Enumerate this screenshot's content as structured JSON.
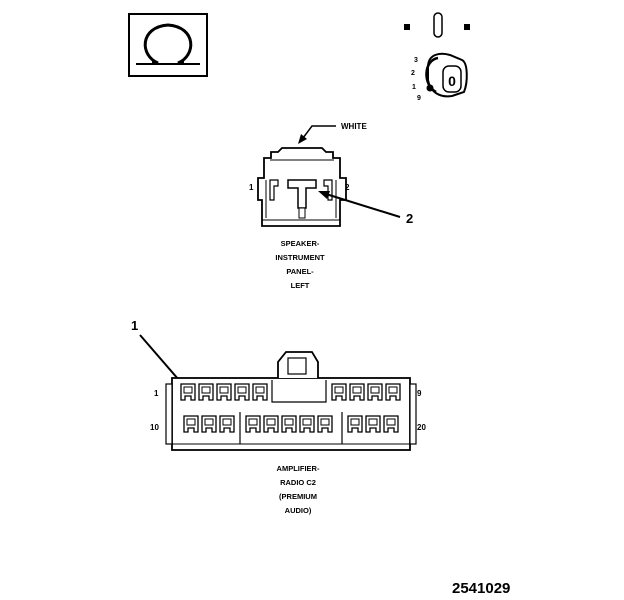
{
  "ohm_symbol": "Ω",
  "ignition": {
    "switch_labels": [
      "3",
      "2",
      "1",
      "9"
    ],
    "key_letter": "0"
  },
  "speaker_connector": {
    "wire_color_label": "WHITE",
    "pin_left": "1",
    "pin_right": "2",
    "callout": "2",
    "name_lines": [
      "SPEAKER-",
      "INSTRUMENT",
      "PANEL-",
      "LEFT"
    ]
  },
  "amplifier_connector": {
    "callout": "1",
    "pin_top_left": "1",
    "pin_top_right": "9",
    "pin_bottom_left": "10",
    "pin_bottom_right": "20",
    "name_lines": [
      "AMPLIFIER-",
      "RADIO C2",
      "(PREMIUM",
      "AUDIO)"
    ]
  },
  "figure_number": "2541029"
}
